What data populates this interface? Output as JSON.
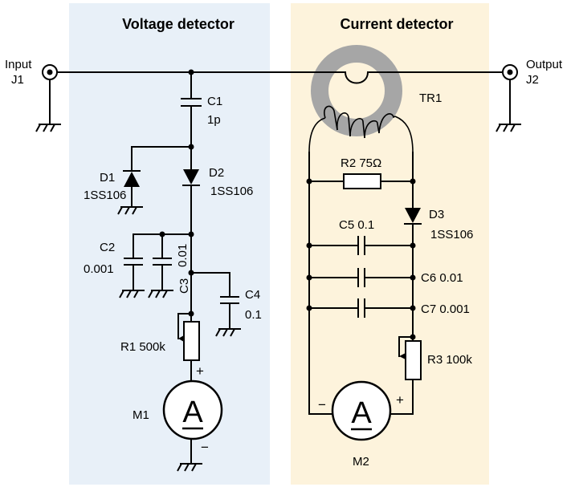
{
  "colors": {
    "voltage_panel": "#e8f0f8",
    "current_panel": "#fdf3dc",
    "toroid": "#a6a6a6"
  },
  "titles": {
    "voltage": "Voltage detector",
    "current": "Current detector"
  },
  "connectors": {
    "input": {
      "line1": "Input",
      "line2": "J1"
    },
    "output": {
      "line1": "Output",
      "line2": "J2"
    }
  },
  "voltage_components": {
    "c1_ref": "C1",
    "c1_val": "1p",
    "d1_ref": "D1",
    "d1_val": "1SS106",
    "d2_ref": "D2",
    "d2_val": "1SS106",
    "c2_ref": "C2",
    "c2_val": "0.001",
    "c3_ref": "C3",
    "c3_val": "0.01",
    "c4_ref": "C4",
    "c4_val": "0.1",
    "r1_label": "R1 500k",
    "m1_ref": "M1"
  },
  "current_components": {
    "tr1_ref": "TR1",
    "r2_label": "R2  75Ω",
    "d3_ref": "D3",
    "d3_val": "1SS106",
    "c5_label": "C5  0.1",
    "c6_label": "C6  0.01",
    "c7_label": "C7  0.001",
    "r3_label": "R3 100k",
    "m2_ref": "M2"
  },
  "meter": {
    "symbol": "A",
    "plus": "+",
    "minus": "−"
  }
}
